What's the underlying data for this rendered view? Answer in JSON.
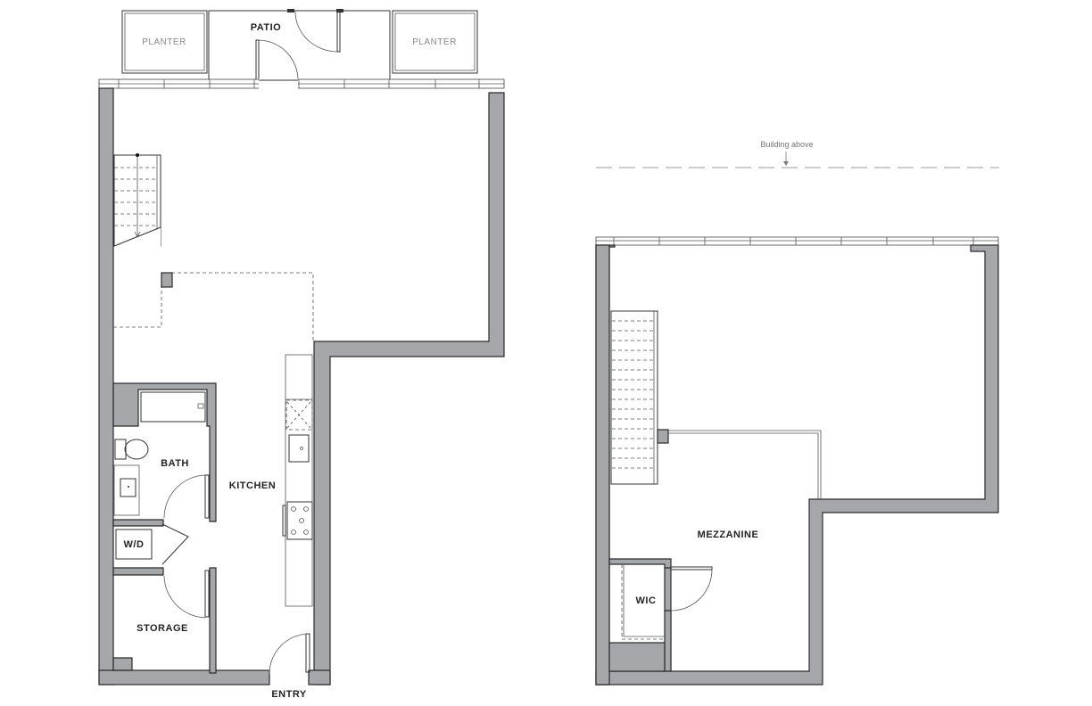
{
  "lower_level": {
    "rooms": {
      "patio": "PATIO",
      "planter_left": "PLANTER",
      "planter_right": "PLANTER",
      "bath": "BATH",
      "kitchen": "KITCHEN",
      "wd": "W/D",
      "storage": "STORAGE",
      "entry": "ENTRY"
    }
  },
  "upper_level": {
    "note": "Building above",
    "rooms": {
      "mezzanine": "MEZZANINE",
      "wic": "WIC"
    }
  },
  "colors": {
    "wall": "#a6a7aa",
    "line": "#333333"
  }
}
